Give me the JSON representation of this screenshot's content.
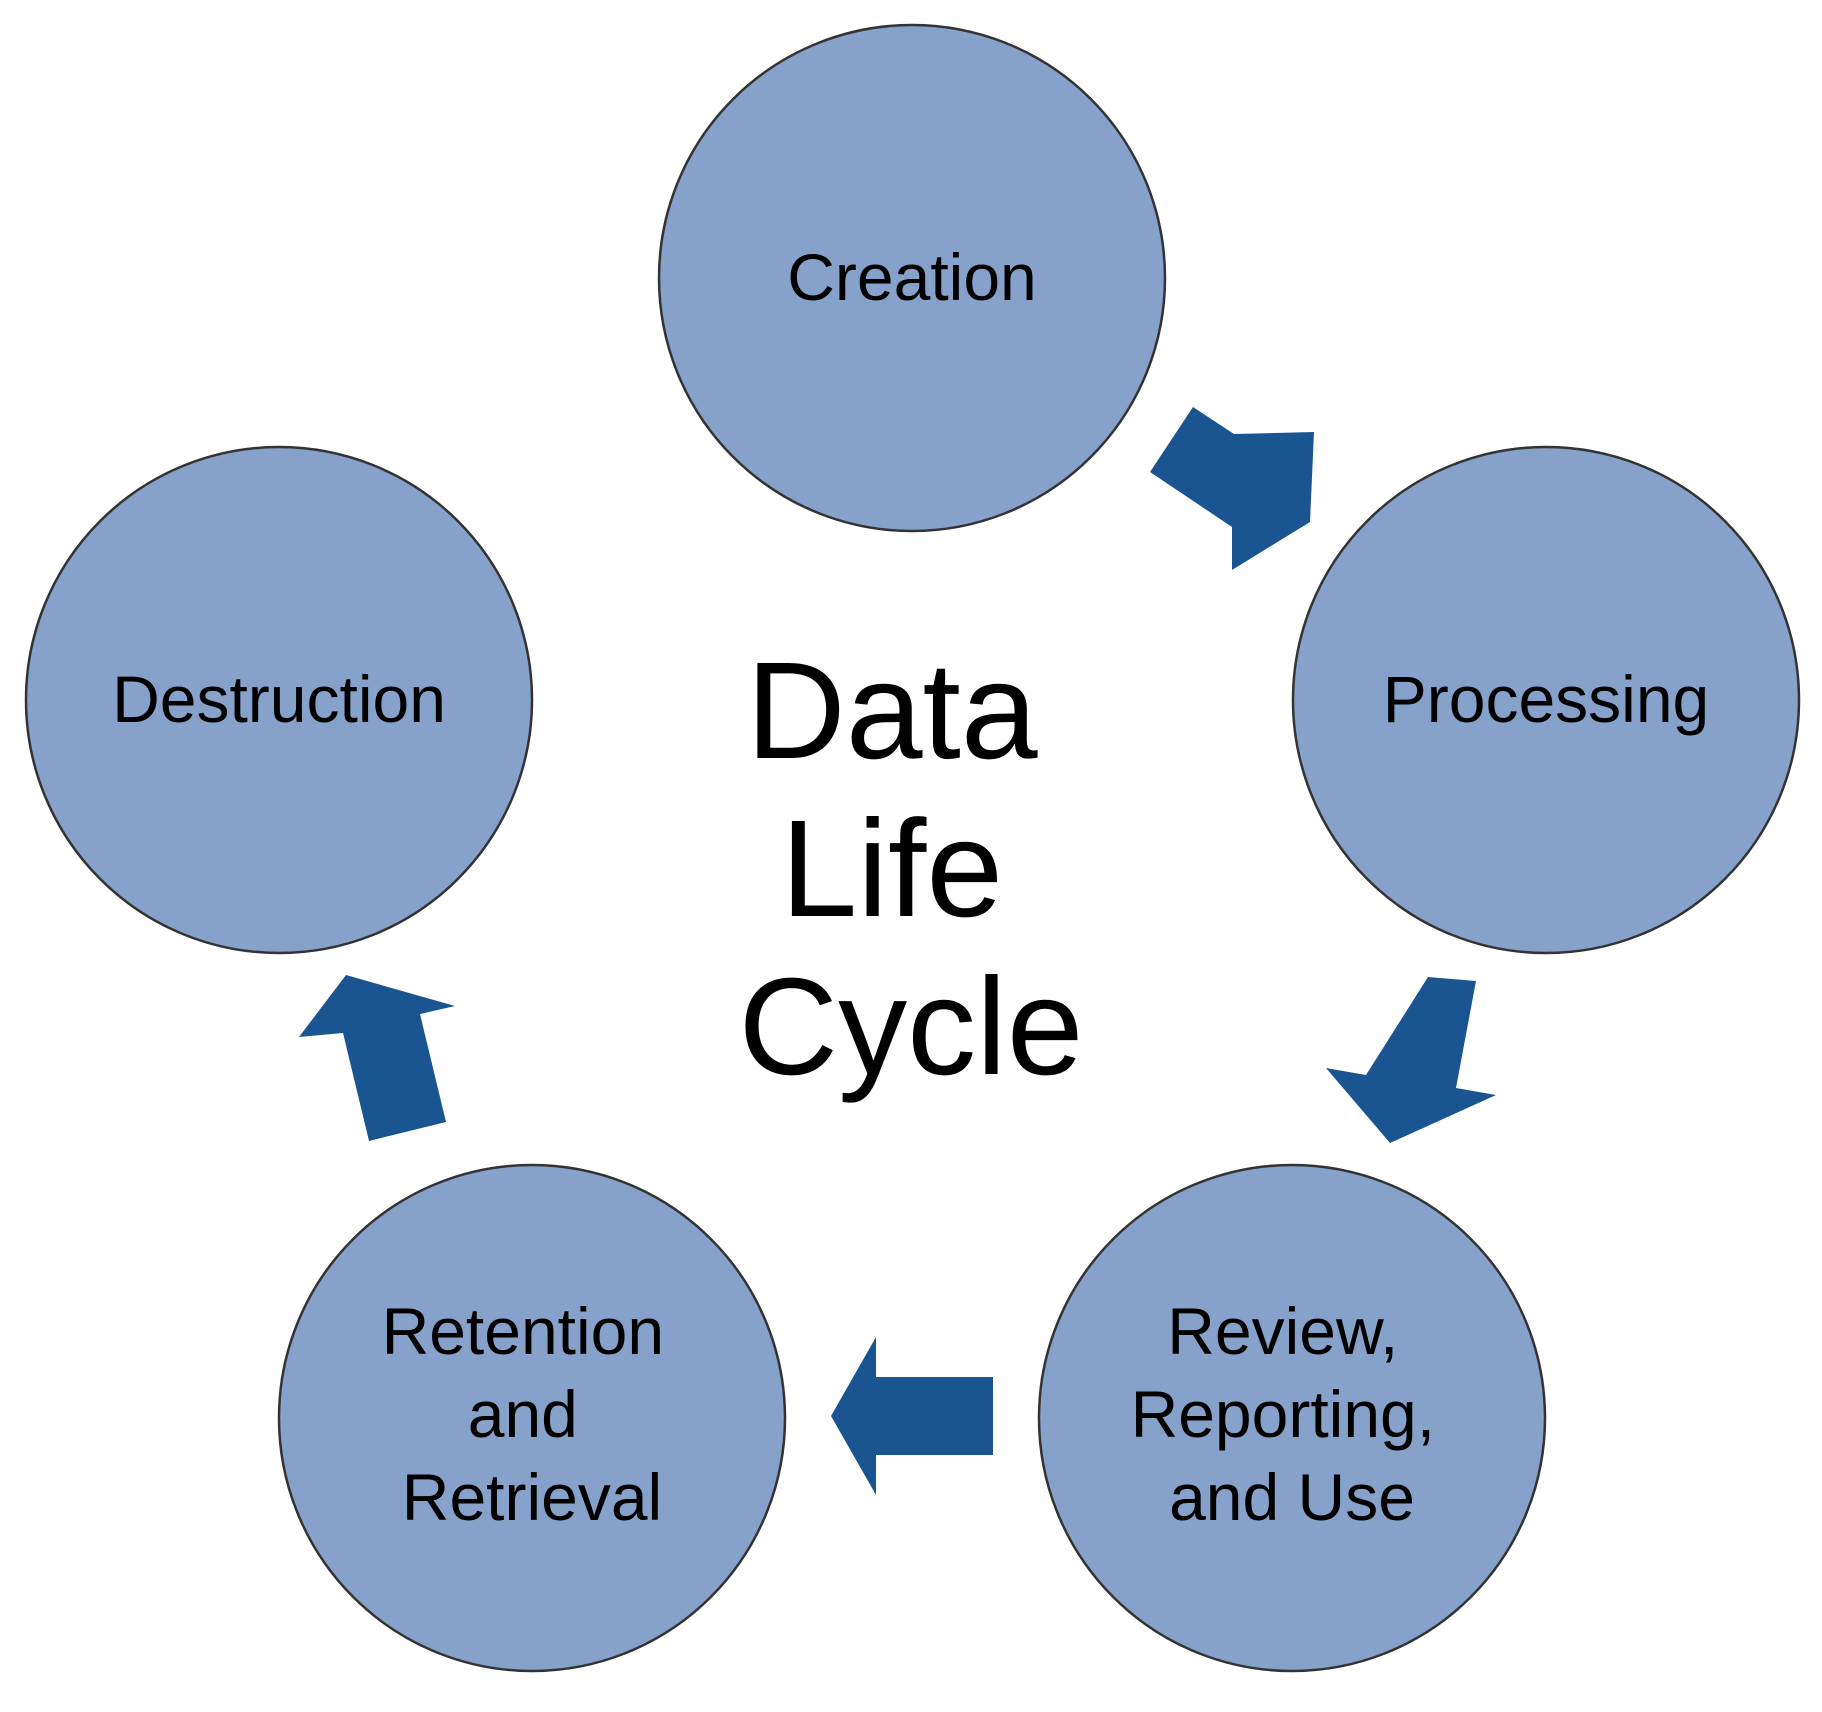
{
  "diagram": {
    "title_lines": [
      "Data",
      "Life",
      "Cycle"
    ],
    "stages": [
      {
        "id": "creation",
        "lines": [
          "Creation"
        ]
      },
      {
        "id": "processing",
        "lines": [
          "Processing"
        ]
      },
      {
        "id": "review",
        "lines": [
          "Review,",
          "Reporting,",
          "and Use"
        ]
      },
      {
        "id": "retention",
        "lines": [
          "Retention",
          "and",
          "Retrieval"
        ]
      },
      {
        "id": "destruction",
        "lines": [
          "Destruction"
        ]
      }
    ],
    "flow": [
      {
        "from": "creation",
        "to": "processing"
      },
      {
        "from": "processing",
        "to": "review"
      },
      {
        "from": "review",
        "to": "retention"
      },
      {
        "from": "retention",
        "to": "destruction"
      }
    ]
  },
  "colors": {
    "circle_fill": "#86a1ca",
    "circle_stroke": "#333333",
    "arrow_fill": "#1a5591",
    "text": "#000000",
    "background": "#ffffff"
  }
}
